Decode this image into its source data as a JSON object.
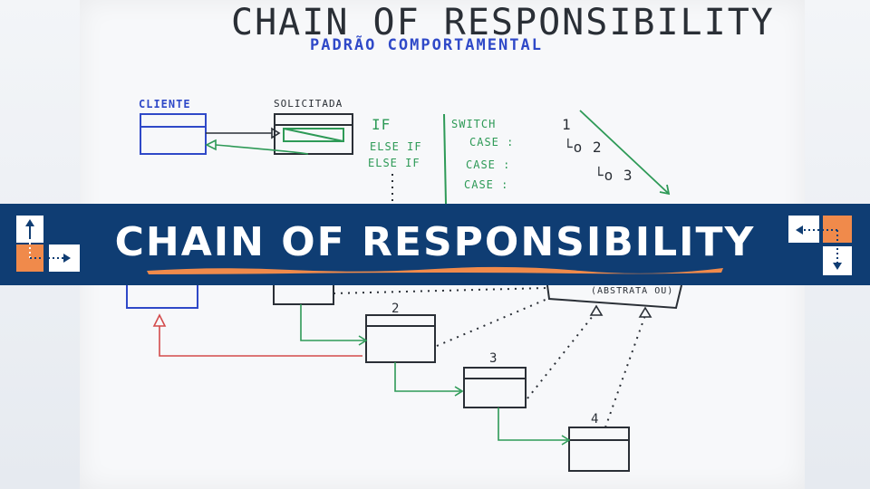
{
  "board": {
    "title": "CHAIN OF RESPONSIBILITY",
    "subtitle": "PADRÃO COMPORTAMENTAL",
    "labels": {
      "cliente": "CLIENTE",
      "solicitada": "SOLICITADA",
      "if": "IF",
      "else_if_1": "ELSE IF",
      "else_if_2": "ELSE IF",
      "switch": "SWITCH",
      "case_1": "CASE :",
      "case_2": "CASE :",
      "case_3": "CASE :",
      "chain_1": "1",
      "chain_2": "└o 2",
      "chain_3": "└o 3",
      "abstract": "(ABSTRATA OU)",
      "node_2": "2",
      "node_3": "3",
      "node_4": "4"
    }
  },
  "banner": {
    "text": "CHAIN OF RESPONSIBILITY"
  },
  "colors": {
    "banner_bg": "#0f3d73",
    "accent_orange": "#f08a4b",
    "ink_blue": "#2f49c8",
    "ink_green": "#2e9a57",
    "ink_red": "#d34b4b",
    "ink_dark": "#2a2f36"
  }
}
